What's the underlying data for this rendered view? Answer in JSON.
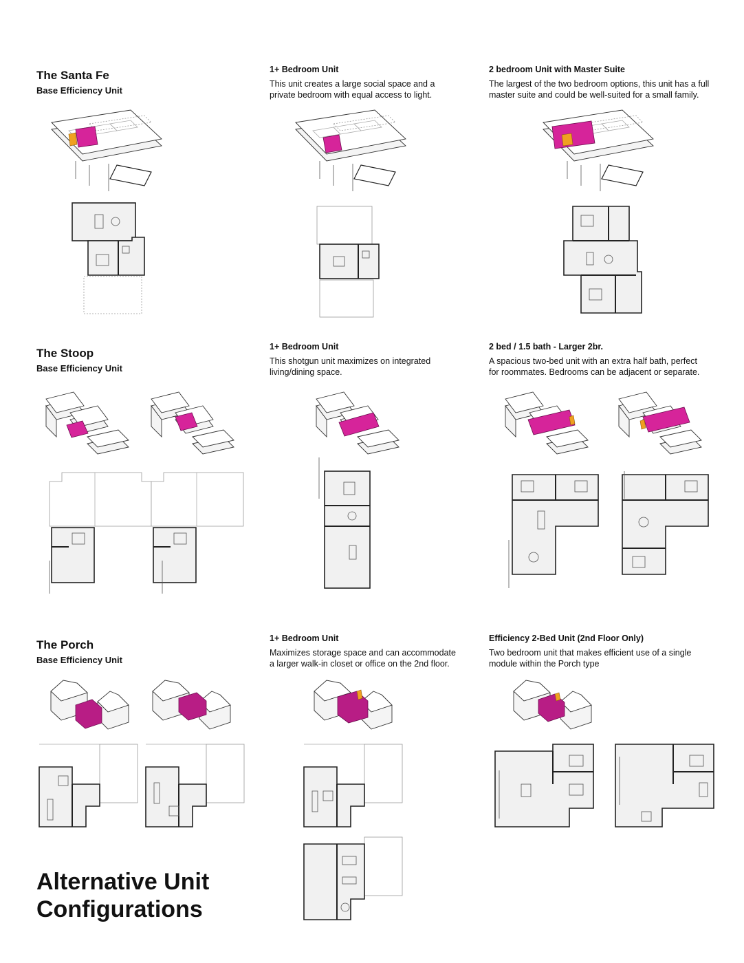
{
  "title_line1": "Alternative Unit",
  "title_line2": "Configurations",
  "colors": {
    "highlight": "#d6249a",
    "accent": "#f0a020"
  },
  "sections": [
    {
      "type_name": "The Santa Fe",
      "base_label": "Base Efficiency Unit",
      "variants": [
        {
          "heading": "1+ Bedroom Unit",
          "line1": "This unit creates a large social space and a",
          "line2": "private bedroom with equal access to light."
        },
        {
          "heading": "2 bedroom Unit with Master Suite",
          "line1": "The largest of the two bedroom options, this unit has a full",
          "line2": "master suite and could be well-suited for a small family."
        }
      ]
    },
    {
      "type_name": "The Stoop",
      "base_label": "Base Efficiency Unit",
      "variants": [
        {
          "heading": "1+ Bedroom Unit",
          "line1": "This shotgun unit maximizes on integrated",
          "line2": "living/dining space."
        },
        {
          "heading": "2 bed / 1.5 bath - Larger 2br.",
          "line1": "A spacious two-bed unit with an extra half bath, perfect",
          "line2": "for roommates. Bedrooms can be adjacent or separate."
        }
      ]
    },
    {
      "type_name": "The Porch",
      "base_label": "Base Efficiency Unit",
      "variants": [
        {
          "heading": "1+ Bedroom Unit",
          "line1": "Maximizes storage space and can accommodate",
          "line2": "a larger walk-in closet or office on the 2nd floor."
        },
        {
          "heading": "Efficiency 2-Bed Unit (2nd Floor Only)",
          "line1": "Two bedroom unit that makes efficient use of a single",
          "line2": "module within the Porch type"
        }
      ]
    }
  ]
}
